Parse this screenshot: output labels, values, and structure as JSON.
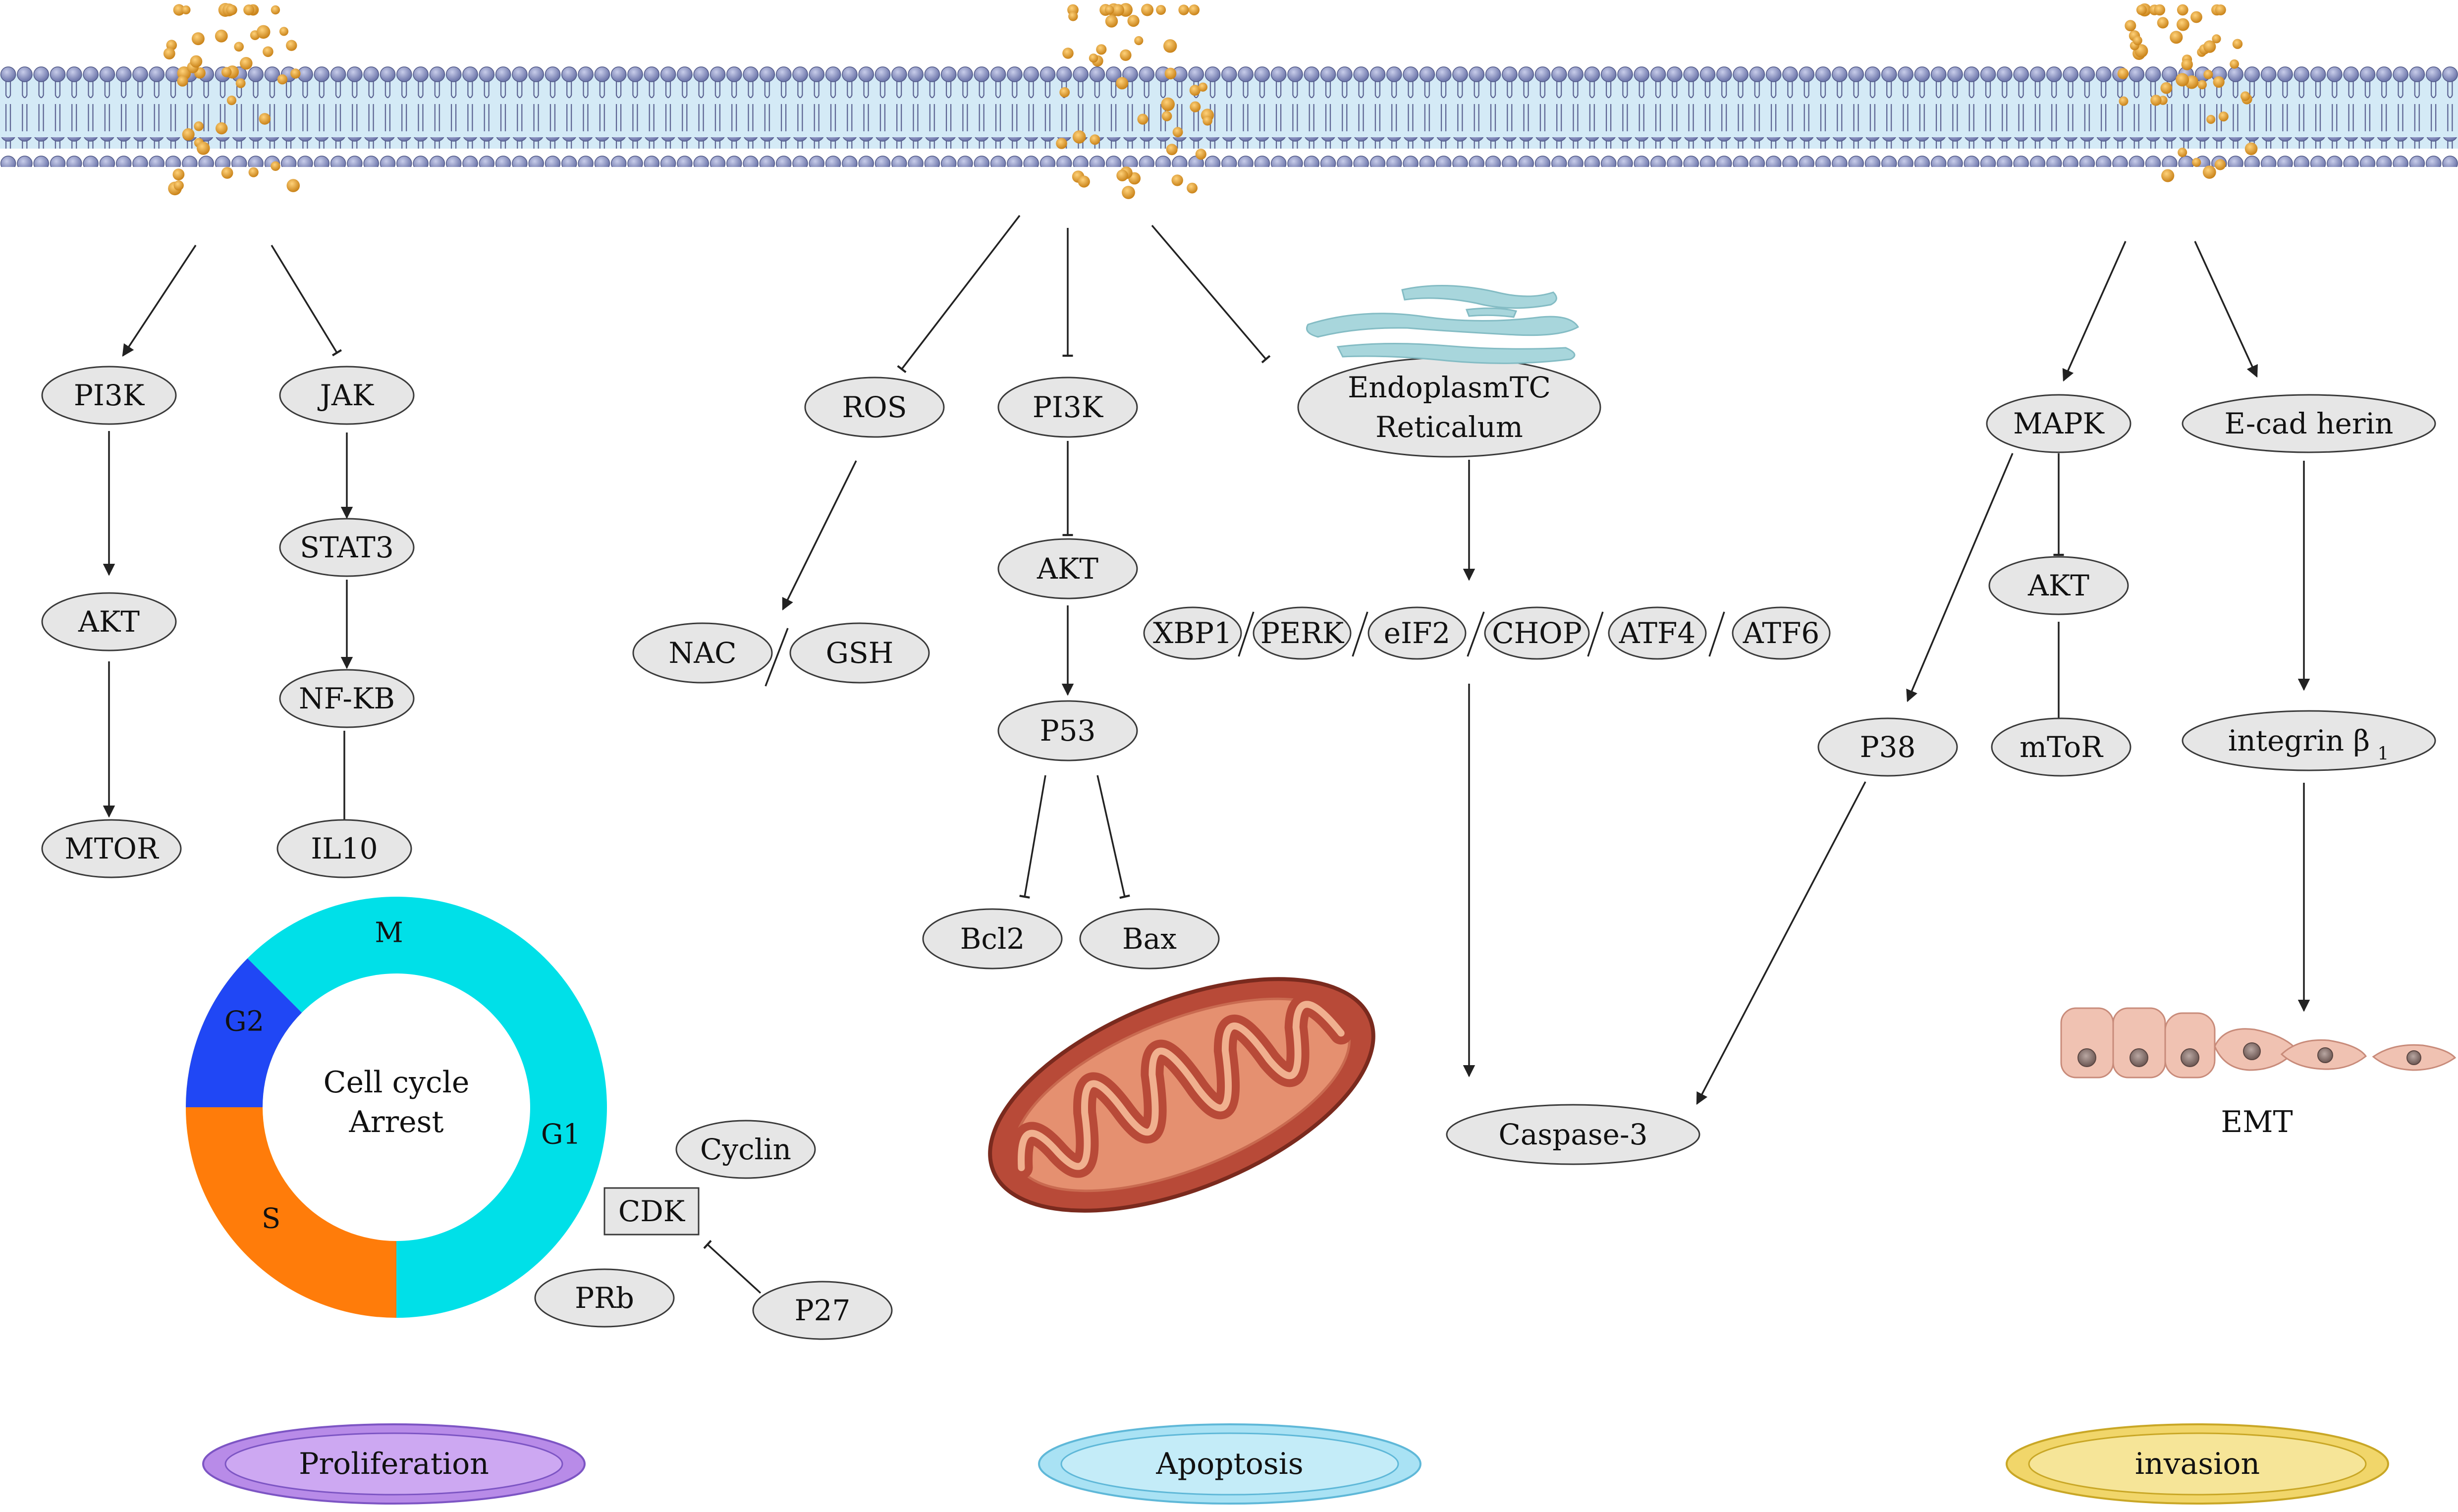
{
  "colors": {
    "membrane_head": "#8a93c4",
    "membrane_fill": "#d4eaf6",
    "particle": "#e3a23a",
    "node_fill": "#e6e6e6",
    "cell_cycle": {
      "M": "#f4f41a",
      "G1": "#00e0e8",
      "S": "#ff7c0a",
      "G2": "#2047f5"
    },
    "proliferation": "#b88be8",
    "apoptosis": "#a9e2f4",
    "invasion": "#f1d66a",
    "er": "#a8d6dc",
    "mito_outer": "#b84a38",
    "mito_inner": "#e59070",
    "emt_cell": "#f0c2b2"
  },
  "nodes": {
    "pi3k_1": "PI3K",
    "jak": "JAK",
    "akt_1": "AKT",
    "stat3": "STAT3",
    "nfkb": "NF-KB",
    "mtor_1": "MTOR",
    "il10": "IL10",
    "ros": "ROS",
    "pi3k_2": "PI3K",
    "akt_2": "AKT",
    "p53": "P53",
    "bcl2": "Bcl2",
    "bax": "Bax",
    "nac": "NAC",
    "gsh": "GSH",
    "er": [
      "EndoplasmTC",
      "Reticalum"
    ],
    "xbp1": "XBP1",
    "perk": "PERK",
    "eif2": "eIF2",
    "chop": "CHOP",
    "atf4": "ATF4",
    "atf6": "ATF6",
    "caspase3": "Caspase-3",
    "mapk": "MAPK",
    "ecadherin": "E-cad herin",
    "akt_3": "AKT",
    "mtor_3": "mToR",
    "p38": "P38",
    "integrin": "integrin β",
    "integrin_sub": "1",
    "cyclin": "Cyclin",
    "cdk": "CDK",
    "prb": "PRb",
    "p27": "P27"
  },
  "cell_cycle": {
    "center": [
      "Cell cycle",
      "Arrest"
    ],
    "phases": {
      "M": "M",
      "G1": "G1",
      "S": "S",
      "G2": "G2"
    }
  },
  "emt_label": "EMT",
  "outcomes": {
    "proliferation": "Proliferation",
    "apoptosis": "Apoptosis",
    "invasion": "invasion"
  }
}
